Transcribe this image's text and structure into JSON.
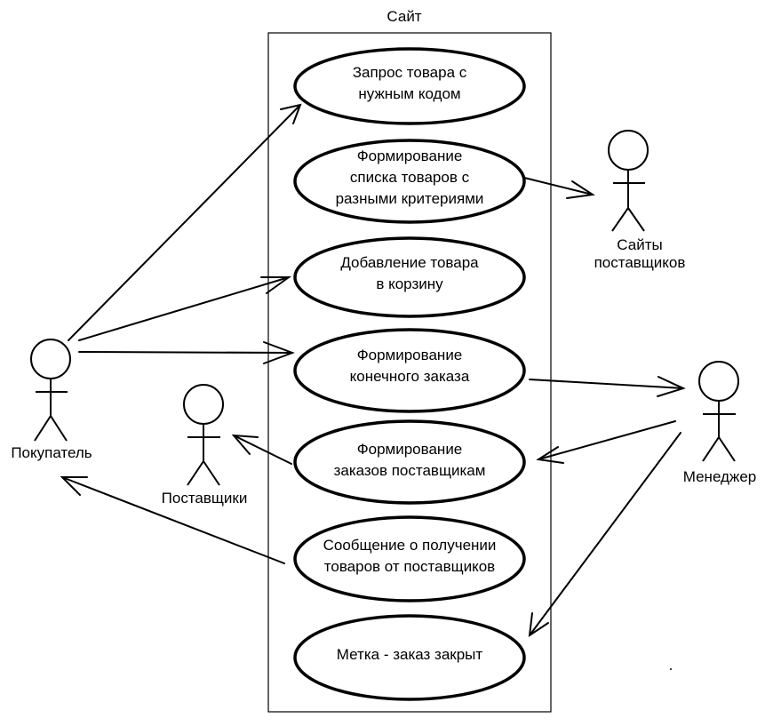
{
  "system": {
    "title": "Сайт"
  },
  "use_cases": [
    {
      "id": "uc1",
      "label": "Запрос товара с\nнужным кодом"
    },
    {
      "id": "uc2",
      "label": "Формирование\nсписка товаров с\nразными критериями"
    },
    {
      "id": "uc3",
      "label": "Добавление товара\nв  корзину"
    },
    {
      "id": "uc4",
      "label": "Формирование\nконечного   заказа"
    },
    {
      "id": "uc5",
      "label": "Формирование\nзаказов поставщикам"
    },
    {
      "id": "uc6",
      "label": "Сообщение о получении\nтоваров от поставщиков"
    },
    {
      "id": "uc7",
      "label": "Метка - заказ закрыт"
    }
  ],
  "actors": [
    {
      "id": "buyer",
      "label": "Покупатель"
    },
    {
      "id": "suppliers",
      "label": "Поставщики"
    },
    {
      "id": "supplier_sites",
      "label": "Сайты\nпоставщиков"
    },
    {
      "id": "manager",
      "label": "Менеджер"
    }
  ],
  "relations": [
    {
      "from": "buyer",
      "to": "uc1"
    },
    {
      "from": "buyer",
      "to": "uc3"
    },
    {
      "from": "buyer",
      "to": "uc4"
    },
    {
      "from": "uc2",
      "to": "supplier_sites"
    },
    {
      "from": "uc4",
      "to": "manager"
    },
    {
      "from": "manager",
      "to": "uc5"
    },
    {
      "from": "manager",
      "to": "uc7"
    },
    {
      "from": "uc5",
      "to": "suppliers"
    },
    {
      "from": "uc6",
      "to": "buyer"
    }
  ]
}
